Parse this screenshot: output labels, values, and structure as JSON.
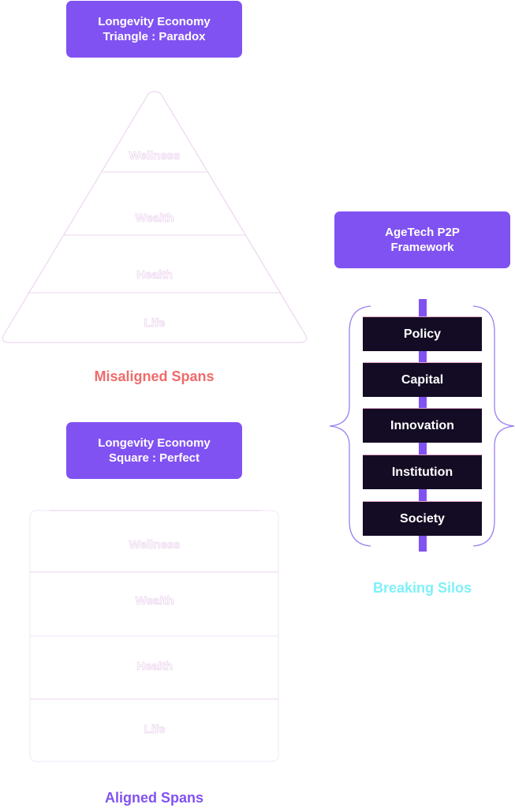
{
  "triangle": {
    "title_line1": "Longevity Economy",
    "title_line2": "Triangle :  Paradox",
    "layers": [
      "Wellness",
      "Wealth",
      "Health",
      "Life"
    ],
    "caption": "Misaligned Spans",
    "caption_color": "#ef6b6b"
  },
  "square": {
    "title_line1": "Longevity Economy",
    "title_line2": "Square :  Perfect",
    "layers": [
      "Wellness",
      "Wealth",
      "Health",
      "Life"
    ],
    "caption": "Aligned Spans",
    "caption_color": "#8152f2"
  },
  "framework": {
    "title_line1": "AgeTech P2P",
    "title_line2": "Framework",
    "silos": [
      "Policy",
      "Capital",
      "Innovation",
      "Institution",
      "Society"
    ],
    "caption": "Breaking Silos",
    "caption_color": "#7ff0f8"
  },
  "colors": {
    "accent": "#8152f2",
    "silo_fill": "#140c24",
    "outline": "#ecd6ef"
  }
}
